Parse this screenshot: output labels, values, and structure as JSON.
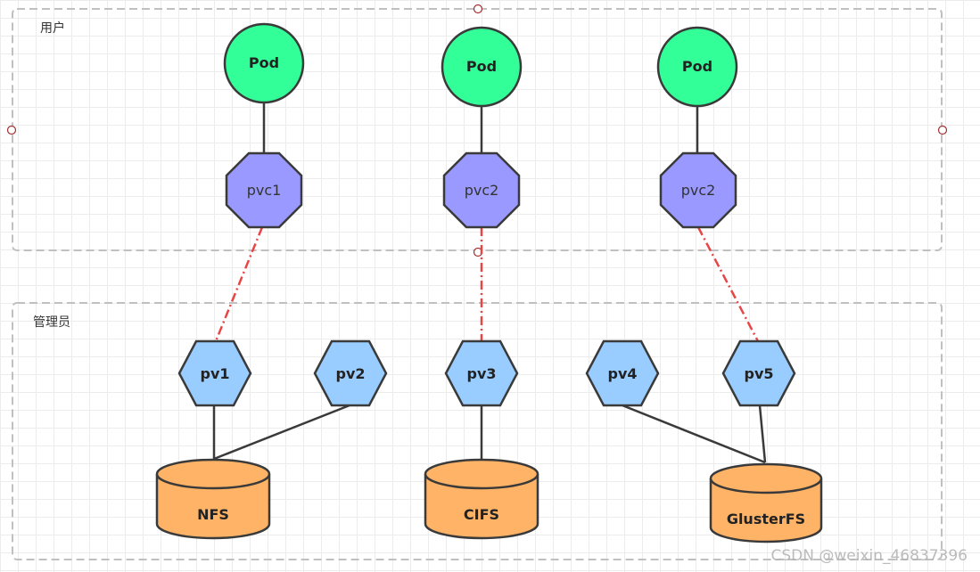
{
  "regions": {
    "user_label": "用户",
    "admin_label": "管理员"
  },
  "pods": [
    "Pod",
    "Pod",
    "Pod"
  ],
  "pvcs": [
    "pvc1",
    "pvc2",
    "pvc2"
  ],
  "pvs": [
    "pv1",
    "pv2",
    "pv3",
    "pv4",
    "pv5"
  ],
  "storage": [
    "NFS",
    "CIFS",
    "GlusterFS"
  ],
  "watermark": "CSDN @weixin_46837396",
  "colors": {
    "pod_fill": "#33FF99",
    "pvc_fill": "#9999FF",
    "pv_fill": "#99CCFF",
    "storage_fill": "#FFB366",
    "binding_line": "#E84545",
    "stroke": "#3a3a3a",
    "region_border": "#c0c0c0"
  }
}
